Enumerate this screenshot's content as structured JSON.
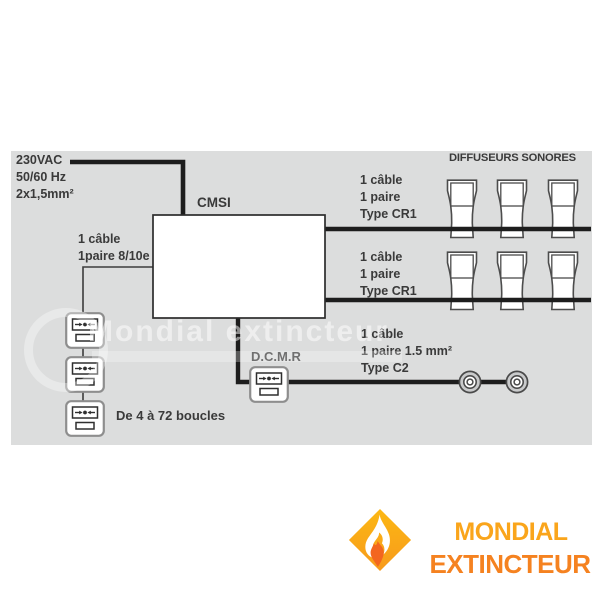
{
  "diagram": {
    "power": [
      "230VAC",
      "50/60 Hz",
      "2x1,5mm²"
    ],
    "cmsi": "CMSI",
    "left_cable": [
      "1 câble",
      "1paire 8/10e"
    ],
    "loops": "De 4 à 72 boucles",
    "dcmr": "D.C.M.R",
    "sounders_title": "DIFFUSEURS SONORES",
    "cables": [
      {
        "lines": [
          "1 câble",
          "1 paire",
          "Type CR1"
        ]
      },
      {
        "lines": [
          "1 câble",
          "1 paire",
          "Type CR1"
        ]
      },
      {
        "lines": [
          "1 câble",
          "1 paire 1.5 mm²",
          "Type C2"
        ]
      }
    ],
    "watermark": "Mondial extincteur"
  },
  "logo": {
    "line1": "MONDIAL",
    "line2": "EXTINCTEUR",
    "colors": {
      "line1": "#FAA51B",
      "line2": "#F58220",
      "diamond": "#FBAD18",
      "flame_inner": "#F3661F"
    }
  }
}
